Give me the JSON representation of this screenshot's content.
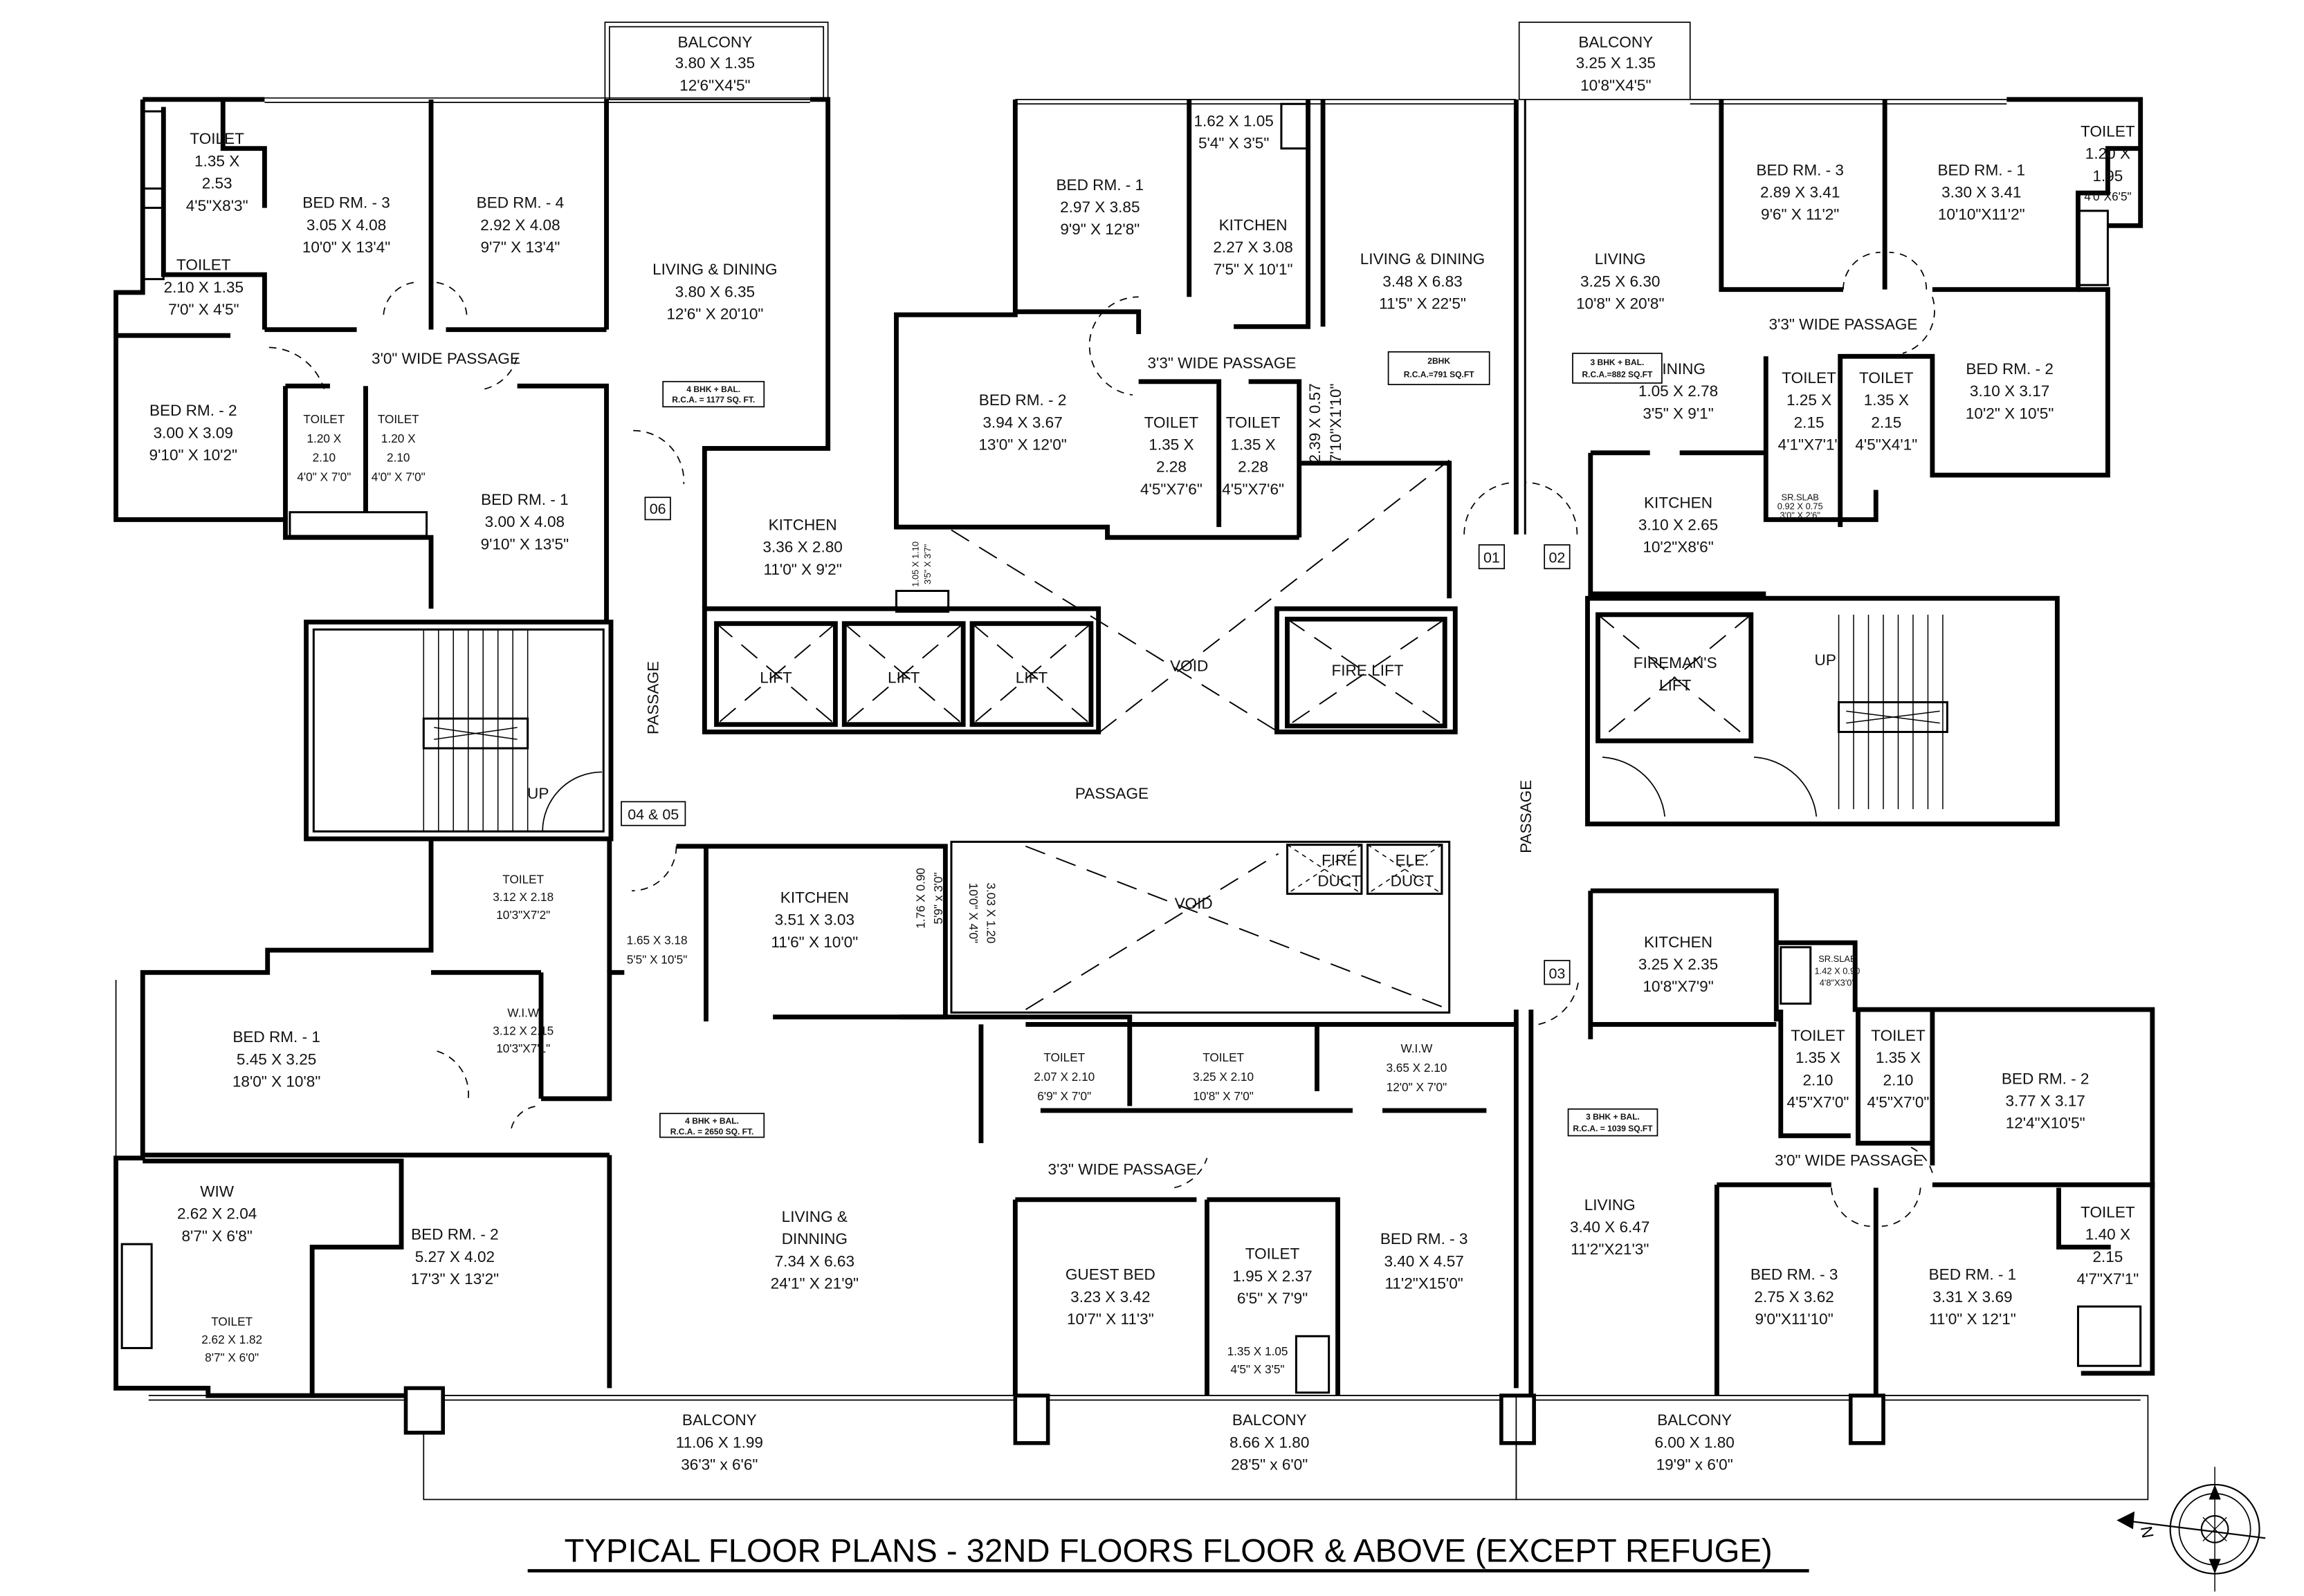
{
  "title": "TYPICAL FLOOR PLANS - 32ND FLOORS FLOOR & ABOVE (EXCEPT REFUGE)",
  "compass": {
    "north_label": "N"
  },
  "flat_tags": {
    "f01": "01",
    "f02": "02",
    "f03": "03",
    "f0405": "04 & 05",
    "f06": "06"
  },
  "core": {
    "lift_label": "LIFT",
    "fire_lift_label": "FIRE LIFT",
    "firemans_lift_line1": "FIREMAN'S",
    "firemans_lift_line2": "LIFT",
    "void_label": "VOID",
    "passage_label": "PASSAGE",
    "up_label": "UP",
    "fire_duct_line1": "FIRE",
    "fire_duct_line2": "DUCT",
    "ele_duct_line1": "ELE.",
    "ele_duct_line2": "DUCT",
    "shaft_top": {
      "l1": "1.05 X 1.10",
      "l2": "3'5\" X 3'7\""
    },
    "shaft_mid": {
      "l1": "2.39 X 0.57",
      "l2": "7'10\"X1'10\""
    },
    "shaft_k1": {
      "l1": "1.76 X 0.90",
      "l2": "5'9\" x 3'0\""
    },
    "shaft_k2": {
      "l1": "3.03 X 1.20",
      "l2": "10'0\" X 4'0\""
    }
  },
  "units": {
    "flat06": {
      "rca_line1": "4 BHK + BAL.",
      "rca_line2": "R.C.A. = 1177 SQ. FT.",
      "rooms": {
        "balcony": {
          "name": "BALCONY",
          "m": "3.80 X 1.35",
          "f": "12'6\"X4'5\""
        },
        "toilet_a": {
          "name": "TOILET",
          "m1": "1.35 X",
          "m2": "2.53",
          "f": "4'5\"X8'3\""
        },
        "toilet_b": {
          "name": "TOILET",
          "m": "2.10 X 1.35",
          "f": "7'0\" X 4'5\""
        },
        "bed3": {
          "name": "BED RM. - 3",
          "m": "3.05 X 4.08",
          "f": "10'0\" X 13'4\""
        },
        "bed4": {
          "name": "BED RM. - 4",
          "m": "2.92 X 4.08",
          "f": "9'7\" X 13'4\""
        },
        "living": {
          "name": "LIVING & DINING",
          "m": "3.80 X 6.35",
          "f": "12'6\" X 20'10\""
        },
        "passage": {
          "name": "3'0\" WIDE PASSAGE"
        },
        "bed2": {
          "name": "BED RM. - 2",
          "m": "3.00 X 3.09",
          "f": "9'10\" X 10'2\""
        },
        "toilet_c": {
          "name": "TOILET",
          "m1": "1.20 X",
          "m2": "2.10",
          "f": "4'0\" X 7'0\""
        },
        "toilet_d": {
          "name": "TOILET",
          "m1": "1.20 X",
          "m2": "2.10",
          "f": "4'0\" X 7'0\""
        },
        "bed1": {
          "name": "BED RM. - 1",
          "m": "3.00 X 4.08",
          "f": "9'10\" X 13'5\""
        },
        "kitchen": {
          "name": "KITCHEN",
          "m": "3.36 X 2.80",
          "f": "11'0\" X 9'2\""
        }
      }
    },
    "flat01": {
      "rca_line1": "2BHK",
      "rca_line2": "R.C.A.=791 SQ.FT",
      "rooms": {
        "bed1": {
          "name": "BED RM. - 1",
          "m": "2.97 X 3.85",
          "f": "9'9\" X 12'8\""
        },
        "duct": {
          "m": "1.62 X 1.05",
          "f": "5'4\" X 3'5\""
        },
        "kitchen": {
          "name": "KITCHEN",
          "m": "2.27 X 3.08",
          "f": "7'5\" X 10'1\""
        },
        "living": {
          "name": "LIVING & DINING",
          "m": "3.48 X 6.83",
          "f": "11'5\" X 22'5\""
        },
        "passage": {
          "name": "3'3\" WIDE PASSAGE"
        },
        "bed2": {
          "name": "BED RM. - 2",
          "m": "3.94 X 3.67",
          "f": "13'0\" X 12'0\""
        },
        "toilet_a": {
          "name": "TOILET",
          "m1": "1.35 X",
          "m2": "2.28",
          "f": "4'5\"X7'6\""
        },
        "toilet_b": {
          "name": "TOILET",
          "m1": "1.35 X",
          "m2": "2.28",
          "f": "4'5\"X7'6\""
        }
      }
    },
    "flat02": {
      "rca_line1": "3 BHK + BAL.",
      "rca_line2": "R.C.A.=882 SQ.FT",
      "rooms": {
        "balcony": {
          "name": "BALCONY",
          "m": "3.25 X 1.35",
          "f": "10'8\"X4'5\""
        },
        "living": {
          "name": "LIVING",
          "m": "3.25 X 6.30",
          "f": "10'8\" X 20'8\""
        },
        "bed3": {
          "name": "BED RM. - 3",
          "m": "2.89 X 3.41",
          "f": "9'6\" X 11'2\""
        },
        "bed1": {
          "name": "BED RM. - 1",
          "m": "3.30 X 3.41",
          "f": "10'10\"X11'2\""
        },
        "toilet_a": {
          "name": "TOILET",
          "m1": "1.20 X",
          "m2": "1.95",
          "f": "4'0\"X6'5\""
        },
        "passage": {
          "name": "3'3\" WIDE PASSAGE"
        },
        "dining": {
          "name": "DINING",
          "m": "1.05 X 2.78",
          "f": "3'5\" X 9'1\""
        },
        "toilet_b": {
          "name": "TOILET",
          "m1": "1.25 X",
          "m2": "2.15",
          "f": "4'1\"X7'1\""
        },
        "toilet_c": {
          "name": "TOILET",
          "m1": "1.35 X",
          "m2": "2.15",
          "f": "4'5\"X4'1\""
        },
        "bed2": {
          "name": "BED RM. - 2",
          "m": "3.10 X 3.17",
          "f": "10'2\" X 10'5\""
        },
        "srslab": {
          "name": "SR.SLAB",
          "m": "0.92 X 0.75",
          "f": "3'0\" X 2'6\""
        },
        "kitchen": {
          "name": "KITCHEN",
          "m": "3.10 X 2.65",
          "f": "10'2\"X8'6\""
        }
      }
    },
    "flat0405": {
      "rca_line1": "4 BHK + BAL.",
      "rca_line2": "R.C.A. = 2650 SQ. FT.",
      "rooms": {
        "toilet_a": {
          "name": "TOILET",
          "m": "3.12 X 2.18",
          "f": "10'3\"X7'2\""
        },
        "wiw_a": {
          "name": "W.I.W",
          "m": "3.12 X 2.15",
          "f": "10'3\"X7'1\""
        },
        "foyer": {
          "m": "1.65 X 3.18",
          "f": "5'5\" X 10'5\""
        },
        "kitchen": {
          "name": "KITCHEN",
          "m": "3.51 X 3.03",
          "f": "11'6\" X 10'0\""
        },
        "bed1": {
          "name": "BED RM. - 1",
          "m": "5.45 X 3.25",
          "f": "18'0\" X 10'8\""
        },
        "wiw_b": {
          "name": "WIW",
          "m": "2.62 X 2.04",
          "f": "8'7\" X 6'8\""
        },
        "toilet_b": {
          "name": "TOILET",
          "m": "2.62 X 1.82",
          "f": "8'7\" X 6'0\""
        },
        "bed2": {
          "name": "BED RM. - 2",
          "m": "5.27 X 4.02",
          "f": "17'3\" X 13'2\""
        },
        "living": {
          "name1": "LIVING &",
          "name2": "DINNING",
          "m": "7.34 X 6.63",
          "f": "24'1\" X 21'9\""
        },
        "balcony_a": {
          "name": "BALCONY",
          "m": "11.06 X 1.99",
          "f": "36'3\" x 6'6\""
        },
        "toilet_c": {
          "name": "TOILET",
          "m": "2.07 X 2.10",
          "f": "6'9\" X 7'0\""
        },
        "toilet_d": {
          "name": "TOILET",
          "m": "3.25 X 2.10",
          "f": "10'8\" X 7'0\""
        },
        "wiw_c": {
          "name": "W.I.W",
          "m": "3.65 X 2.10",
          "f": "12'0\" X 7'0\""
        },
        "passage": {
          "name": "3'3\" WIDE PASSAGE"
        },
        "guest": {
          "name": "GUEST BED",
          "m": "3.23 X 3.42",
          "f": "10'7\" X 11'3\""
        },
        "toilet_e": {
          "name": "TOILET",
          "m": "1.95 X 2.37",
          "f": "6'5\" X 7'9\""
        },
        "duct": {
          "m": "1.35 X 1.05",
          "f": "4'5\" X 3'5\""
        },
        "bed3": {
          "name": "BED RM. - 3",
          "m": "3.40 X 4.57",
          "f": "11'2\"X15'0\""
        },
        "balcony_b": {
          "name": "BALCONY",
          "m": "8.66 X 1.80",
          "f": "28'5\" x 6'0\""
        }
      }
    },
    "flat03": {
      "rca_line1": "3 BHK + BAL.",
      "rca_line2": "R.C.A. = 1039 SQ.FT",
      "rooms": {
        "kitchen": {
          "name": "KITCHEN",
          "m": "3.25 X 2.35",
          "f": "10'8\"X7'9\""
        },
        "srslab": {
          "name": "SR.SLAB",
          "m": "1.42 X 0.90",
          "f": "4'8\"X3'0\""
        },
        "toilet_a": {
          "name": "TOILET",
          "m1": "1.35 X",
          "m2": "2.10",
          "f": "4'5\"X7'0\""
        },
        "toilet_b": {
          "name": "TOILET",
          "m1": "1.35 X",
          "m2": "2.10",
          "f": "4'5\"X7'0\""
        },
        "bed2": {
          "name": "BED RM. - 2",
          "m": "3.77 X 3.17",
          "f": "12'4\"X10'5\""
        },
        "passage": {
          "name": "3'0\" WIDE PASSAGE"
        },
        "living": {
          "name": "LIVING",
          "m": "3.40 X 6.47",
          "f": "11'2\"X21'3\""
        },
        "bed3": {
          "name": "BED RM. - 3",
          "m": "2.75 X 3.62",
          "f": "9'0\"X11'10\""
        },
        "bed1": {
          "name": "BED RM. - 1",
          "m": "3.31 X 3.69",
          "f": "11'0\" X 12'1\""
        },
        "toilet_c": {
          "name": "TOILET",
          "m1": "1.40 X",
          "m2": "2.15",
          "f": "4'7\"X7'1\""
        },
        "balcony": {
          "name": "BALCONY",
          "m": "6.00 X 1.80",
          "f": "19'9\" x 6'0\""
        }
      }
    }
  }
}
